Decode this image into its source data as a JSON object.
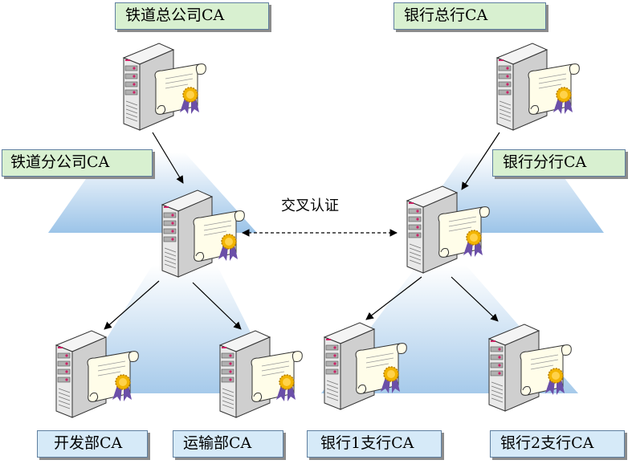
{
  "labels": {
    "rail_hq": "铁道总公司CA",
    "bank_hq": "银行总行CA",
    "rail_branch": "铁道分公司CA",
    "bank_branch": "银行分行CA",
    "dev_dept": "开发部CA",
    "transport_dept": "运输部CA",
    "bank_sub1": "银行1支行CA",
    "bank_sub2": "银行2支行CA"
  },
  "cross_cert": "交叉认证",
  "colors": {
    "green_fill": "#d8f0d0",
    "blue_fill": "#d6eaf8",
    "triangle_top": "#ffffff",
    "triangle_bottom": "#9cc4e8",
    "server_body": "#e6e6e6",
    "server_front": "#c8c8c8",
    "led": "#cc2266",
    "ribbon": "#6b4fa8",
    "seal": "#f2b400"
  },
  "icons": [
    "server-certificate-icon"
  ]
}
